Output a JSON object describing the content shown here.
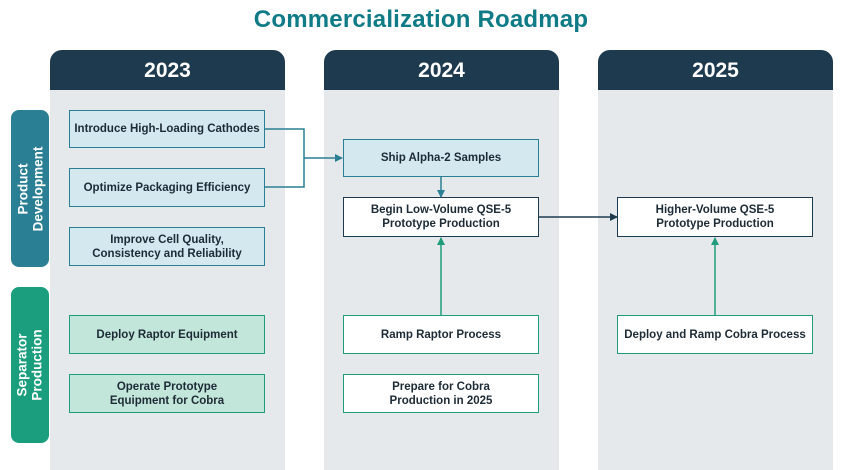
{
  "title": "Commercialization Roadmap",
  "years": [
    "2023",
    "2024",
    "2025"
  ],
  "rows": {
    "product": "Product\nDevelopment",
    "separator": "Separator\nProduction"
  },
  "boxes": {
    "cathodes": "Introduce High-Loading Cathodes",
    "packaging": "Optimize Packaging Efficiency",
    "cell_quality": "Improve Cell Quality,\nConsistency and Reliability",
    "raptor_deploy": "Deploy Raptor Equipment",
    "prototype_cobra": "Operate Prototype\nEquipment for Cobra",
    "alpha2": "Ship Alpha-2 Samples",
    "low_volume": "Begin Low-Volume QSE-5\nPrototype Production",
    "ramp_raptor": "Ramp Raptor Process",
    "prepare_cobra": "Prepare for Cobra\nProduction in 2025",
    "higher_volume": "Higher-Volume QSE-5\nPrototype Production",
    "deploy_cobra": "Deploy and Ramp Cobra Process"
  },
  "colors": {
    "title": "#0f7b86",
    "header": "#1d3a4e",
    "product_tab": "#2a7f94",
    "separator_tab": "#1a9e7e",
    "column_bg": "#e6e9ec"
  }
}
